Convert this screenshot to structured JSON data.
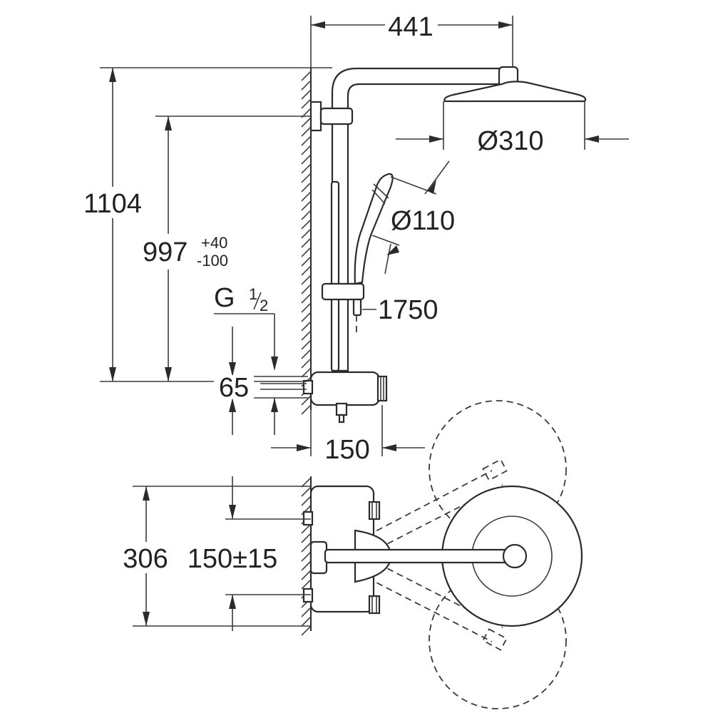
{
  "dimensions": {
    "width_441": "441",
    "diameter_310": "Ø310",
    "height_1104": "1104",
    "height_997": "997",
    "tol_upper": "+40",
    "tol_lower": "-100",
    "diameter_110": "Ø110",
    "thread_g": "G",
    "thread_num": "1",
    "thread_den": "2",
    "hose_1750": "1750",
    "offset_65": "65",
    "depth_150": "150",
    "height_306": "306",
    "spacing_150_15": "150±15"
  }
}
